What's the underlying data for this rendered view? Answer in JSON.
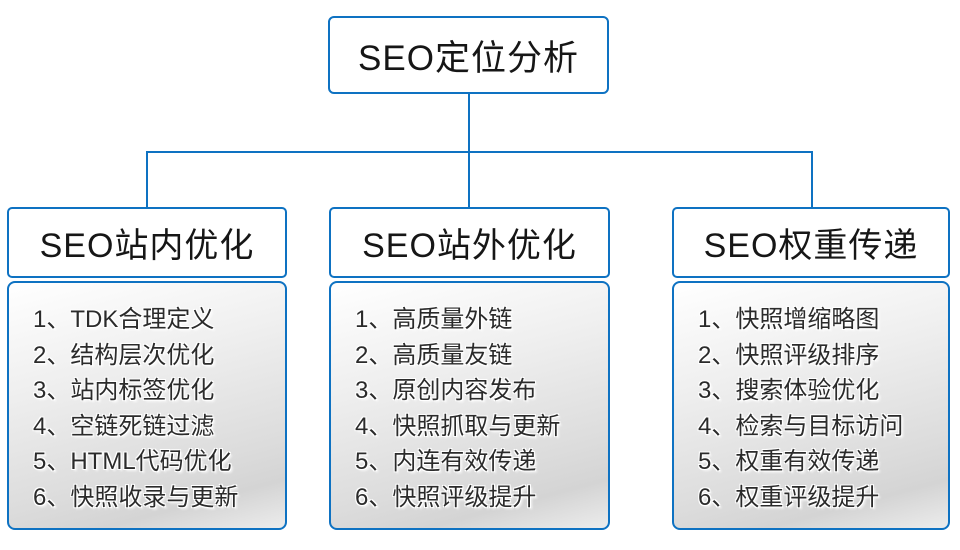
{
  "diagram": {
    "root": {
      "title": "SEO定位分析"
    },
    "columns": [
      {
        "title": "SEO站内优化",
        "items": [
          "1、TDK合理定义",
          "2、结构层次优化",
          "3、站内标签优化",
          "4、空链死链过滤",
          "5、HTML代码优化",
          "6、快照收录与更新"
        ]
      },
      {
        "title": "SEO站外优化",
        "items": [
          "1、高质量外链",
          "2、高质量友链",
          "3、原创内容发布",
          "4、快照抓取与更新",
          "5、内连有效传递",
          "6、快照评级提升"
        ]
      },
      {
        "title": "SEO权重传递",
        "items": [
          "1、快照增缩略图",
          "2、快照评级排序",
          "3、搜索体验优化",
          "4、检索与目标访问",
          "5、权重有效传递",
          "6、权重评级提升"
        ]
      }
    ],
    "colors": {
      "connector_blue": "#0e72c2",
      "node_border_blue": "#0e72c2",
      "text_dark": "#161616",
      "list_text": "#2b2b2b",
      "list_gradient_light": "#ffffff",
      "list_gradient_dark": "#d4d4d4"
    }
  }
}
